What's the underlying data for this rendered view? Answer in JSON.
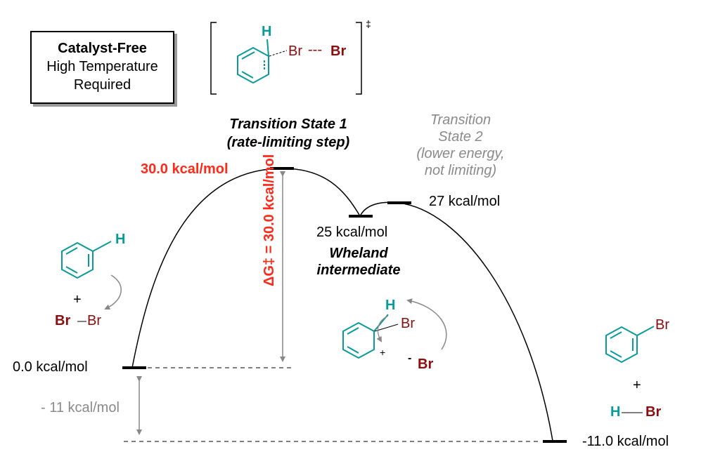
{
  "conditions": {
    "line1": "Catalyst-Free",
    "line2": "High Temperature",
    "line3": "Required"
  },
  "transition_state_structure": {
    "h_label": "H",
    "br_left": "Br",
    "dashes": "---",
    "br_right": "Br",
    "double_dagger": "‡"
  },
  "ts1": {
    "line1": "Transition State 1",
    "line2": "(rate-limiting step)",
    "energy": "30.0 kcal/mol"
  },
  "ts2": {
    "line1": "Transition",
    "line2": "State 2",
    "line3": "(lower energy,",
    "line4": "not limiting)",
    "energy": "27 kcal/mol"
  },
  "intermediate": {
    "energy": "25 kcal/mol",
    "line1": "Wheland",
    "line2": "intermediate",
    "h_label": "H",
    "br_label": "Br",
    "plus": "+",
    "bromide_charge": "-",
    "bromide": "Br"
  },
  "reactants": {
    "h_label": "H",
    "plus": "+",
    "br1": "Br",
    "dash": "—",
    "br2": "Br",
    "energy": "0.0 kcal/mol"
  },
  "barrier_label": "ΔG‡ =  30.0 kcal/mol",
  "reaction_energy": "- 11 kcal/mol",
  "products": {
    "br_label": "Br",
    "plus": "+",
    "h_label": "H",
    "br2": "Br",
    "energy": "-11.0 kcal/mol"
  },
  "colors": {
    "teal": "#0a9a9a",
    "bromine": "#8b0e0e",
    "highlight_red": "#ff2a1a",
    "gray": "#8a8a8a"
  }
}
